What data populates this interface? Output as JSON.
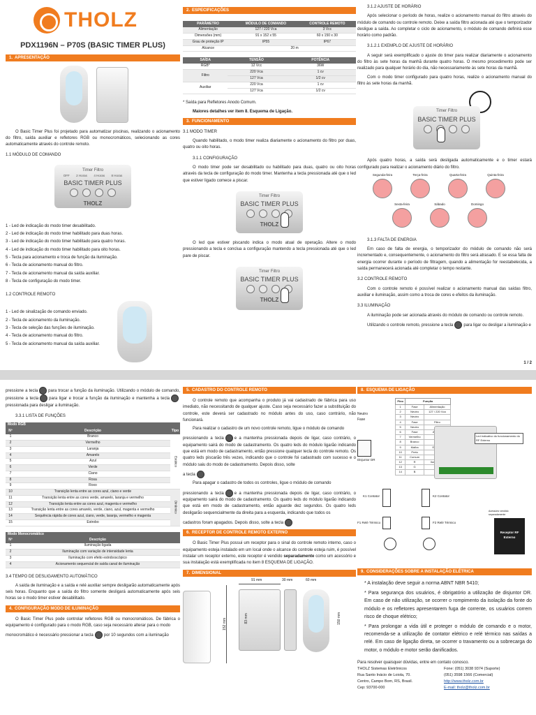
{
  "brand": "THOLZ",
  "model": "PDX1196N – P70S (BASIC TIMER PLUS)",
  "page_number": "1 / 2",
  "s1": {
    "num": "1.",
    "title": "APRESENTAÇÃO",
    "intro": "O Basic Timer Plus foi projetado para automatizar piscinas, realizando o acionamento do filtro, saída auxiliar e refletores RGB ou monocromáticos, selecionando as cores automaticamente através do controle remoto.",
    "sub1": "1.1 MÓDULO DE COMANDO",
    "panel_title": "Timer Filtro",
    "panel_leds": [
      "OFF",
      "2 Horas",
      "4 Horas",
      "8 Horas"
    ],
    "panel_name": "BASIC TIMER PLUS",
    "panel_brand": "THOLZ",
    "module_items": [
      "1 - Led de indicação do modo timer desabilitado.",
      "2 - Led de indicação do modo timer habilitado para duas horas.",
      "3 - Led de indicação do modo timer habilitado para quatro horas.",
      "4 - Led de indicação do modo timer habilitado para oito horas.",
      "5 - Tecla para acionamento e troca de função da iluminação.",
      "6 - Tecla de acionamento manual do filtro.",
      "7 - Tecla de acionamento manual da saída auxiliar.",
      "8 - Tecla de configuração do modo timer."
    ],
    "sub2": "1.2 CONTROLE REMOTO",
    "remote_items": [
      "1 - Led de sinalização de comando enviado.",
      "2 - Tecla de acionamento da iluminação.",
      "3 - Tecla de seleção das funções de iluminação.",
      "4 - Tecla de acionamento manual do filtro.",
      "5 - Tecla de acionamento manual da saída auxiliar."
    ]
  },
  "s2": {
    "num": "2.",
    "title": "ESPECIFICAÇÕES",
    "t1_head": [
      "PARÂMETRO",
      "MÓDULO DE COMANDO",
      "CONTROLE REMOTO"
    ],
    "t1_rows": [
      [
        "Alimentação",
        "127 / 220 Vca",
        "3 Vcc"
      ],
      [
        "Dimensões (mm)",
        "91 x 152 x 55",
        "60 x 150 x 30"
      ],
      [
        "Grau de proteção IP",
        "IP55",
        "IP67"
      ],
      [
        "Alcance",
        "20 m",
        ""
      ]
    ],
    "t2_head": [
      "SAÍDA",
      "TENSÃO",
      "POTÊNCIA"
    ],
    "t2_rows": [
      [
        "RGB*",
        "12 Vcc",
        "36W"
      ],
      [
        "Filtro",
        "220 Vca",
        "1 cv"
      ],
      [
        "",
        "127 Vca",
        "1/2 cv"
      ],
      [
        "Auxiliar",
        "220 Vca",
        "1 cv"
      ],
      [
        "",
        "127 Vca",
        "1/2 cv"
      ]
    ],
    "note1": "* Saída para Refletores Anodo Comum.",
    "note2": "Maiores detalhes ver item 8. Esquema de Ligação."
  },
  "s3": {
    "num": "3.",
    "title": "FUNCIONAMENTO",
    "sub1": "3.1 MODO TIMER",
    "p1": "Quando habilitado, o modo timer realiza diariamente o acionamento do filtro por duas, quatro ou oito horas.",
    "sub2": "3.1.1 CONFIGURAÇÃO",
    "p2": "O modo timer pode ser desabilitado ou habilitado para duas, quatro ou oito horas através da tecla de configuração do modo timer. Mantenha a tecla pressionada até que o led que estiver ligado comece a piscar.",
    "p3": "O led que estiver piscando indica o modo atual de operação. Altere o modo pressionando a tecla e conclua a configuração mantendo a tecla pressionada até que o led pare de piscar.",
    "sub3": "3.1.2 AJUSTE DE HORÁRIO",
    "p4": "Após selecionar o período de horas, realize o acionamento manual do filtro através do módulo de comando ou controle remoto. Deixe a saída filtro acionada até que o temporizador desligue a saída. Ao completar o ciclo de acionamento, o módulo de comando definirá esse horário como padrão.",
    "sub4": "3.1.2.1 EXEMPLO DE AJUSTE DE HORÁRIO",
    "p5": "A seguir será exemplificado o ajuste do timer para realizar diariamente o acionamento do filtro às sete horas da manhã durante quatro horas. O mesmo procedimento pode ser realizado para qualquer horário do dia, não necessariamente às sete horas da manhã.",
    "p6": "Com o modo timer configurado para quatro horas, realize o acionamento manual do filtro às sete horas da manhã.",
    "p7": "Após quatro horas, a saída será desligada automaticamente e o timer estará configurado para realizar o acionamento diário do filtro.",
    "days": [
      "Segunda-feira",
      "Terça-feira",
      "Quarta-feira",
      "Quinta-feira",
      "Sexta-feira",
      "Sábado",
      "Domingo"
    ],
    "sub5": "3.1.3 FALTA DE ENERGIA",
    "p8": "Em caso de falta de energia, o temporizador do módulo de comando não será incrementado e, consequentemente, o acionamento do filtro será atrasado. E se essa falta de energia ocorrer durante o período de filtragem, quando a alimentação for reestabelecida, a saída permanecerá acionada até completar o tempo restante.",
    "sub6": "3.2 CONTROLE REMOTO",
    "p9": "Com o controle remoto é possível realizar o acionamento manual das saídas filtro, auxiliar e iluminação, assim como a troca de cores e efeitos da iluminação.",
    "sub7": "3.3 ILUMINAÇÃO",
    "p10": "A iluminação pode ser acionada através do módulo de comando ou controle remoto.",
    "p11a": "Utilizando o controle remoto, pressione a tecla",
    "p11b": "para ligar ou desligar a iluminação e"
  },
  "s3b": {
    "p12a": "pressione a tecla",
    "p12b": "para trocar a função da iluminação. Utilizando o módulo de comando, pressione a tecla",
    "p12c": "para ligar e trocar a função da iluminação e mantenha a tecla",
    "p12d": "pressionada para desligar a iluminação.",
    "sub1": "3.3.1 LISTA DE FUNÇÕES",
    "rgb_title": "Modo RGB",
    "rgb_head": [
      "Nº",
      "Descrição",
      "Tipo"
    ],
    "rgb_rows": [
      [
        "1",
        "Branco"
      ],
      [
        "2",
        "Vermelho"
      ],
      [
        "3",
        "Laranja"
      ],
      [
        "4",
        "Amarelo"
      ],
      [
        "5",
        "Azul"
      ],
      [
        "6",
        "Verde"
      ],
      [
        "7",
        "Ciano"
      ],
      [
        "8",
        "Rosa"
      ],
      [
        "9",
        "Roxo"
      ],
      [
        "10",
        "Transição lenta entre as cores azul, ciano e verde"
      ],
      [
        "11",
        "Transição lenta entre as cores verde, amarelo, laranja e vermelho"
      ],
      [
        "12",
        "Transição lenta entre as cores azul, magenta e vermelho"
      ],
      [
        "13",
        "Transição lenta entre as cores amarelo, verde, ciano, azul, magenta e vermelho"
      ],
      [
        "14",
        "Sequência rápida de cores azul, ciano, verde, laranja, vermelho e magenta"
      ],
      [
        "15",
        "Estrobo"
      ]
    ],
    "rgb_type1": "Estático",
    "rgb_type2": "Dinâmico",
    "mono_title": "Modo Monocromático",
    "mono_head": [
      "Nº",
      "Descrição"
    ],
    "mono_rows": [
      [
        "1",
        "Iluminação ligada"
      ],
      [
        "2",
        "Iluminação com variação de intensidade lenta"
      ],
      [
        "3",
        "Iluminação com efeito estroboscópico"
      ],
      [
        "4",
        "Acionamento sequencial de saída canal de iluminação"
      ]
    ],
    "sub2": "3.4 TEMPO DE DESLIGAMENTO AUTOMÁTICO",
    "p13": "A saída de iluminação e a saída e relé auxiliar sempre desligarão automaticamente após seis horas. Enquanto que a saída do filtro somente desligará automaticamente após seis horas se o modo timer estiver desabilitado."
  },
  "s4": {
    "num": "4.",
    "title": "CONFIGURAÇÃO MODO DE ILUMINAÇÃO",
    "p1": "O Basic Timer Plus pode controlar refletores RGB ou monocromáticos. De fábrica o equipamento é configurado para o modo RGB, caso seja necessário alterar para o modo",
    "p2a": "monocromático é necessário pressionar a tecla",
    "p2b": "por 10 segundos com a iluminação"
  },
  "s5": {
    "num": "5.",
    "title": "CADASTRO DO CONTROLE REMOTO",
    "p1": "O controle remoto que acompanha o produto já vai cadastrado de fábrica para uso imediato, não necessitando de qualquer ajuste. Caso seja necessário fazer a substituição do controle, este deverá ser cadastrado no módulo antes do uso, caso contrário, não funcionará.",
    "p2": "Para realizar o cadastro de um novo controle remoto, ligue o módulo de comando",
    "p3a": "pressionando a tecla",
    "p3b": "e a mantenha pressionada depois de ligar, caso contrário, o equipamento sairá do modo de cadastramento. Os quatro leds do módulo ligarão indicando que está em modo de cadastramento, então pressione qualquer tecla do controle remoto. Os quatro leds piscarão três vezes, indicando que o controle foi cadastrado com sucesso e o módulo saiu do modo de cadastramento. Depois disso, solte",
    "p3c": "a tecla",
    "p4": "Para apagar o cadastro de todos os controles, ligue o módulo de comando",
    "p5a": "pressionando a tecla",
    "p5b": "e a mantenha pressionada depois de ligar, caso contrário, o equipamento sairá do modo de cadastramento. Os quatro leds do módulo ligarão indicando que está em modo de cadastramento, então aguarde dez segundos. Os quatro leds desligarão sequencialmente da direita para a esquerda, indicando que todos os",
    "p5c": "cadastros foram apagados. Depois disso, solte a tecla"
  },
  "s6": {
    "num": "6.",
    "title": "RECEPTOR DE CONTROLE REMOTO EXTERNO",
    "p1a": "O Basic Timer Plus possui um receptor para o sinal do controle remoto interno, caso o equipamento esteja instalado em um local onde o alcance do controle esteja ruim, é possível instalar um receptor externo, este receptor é vendido",
    "p1b": "separadamente",
    "p1c": "como um acessório e sua instalação está exemplificada no item 8 ESQUEMA DE LIGAÇÃO."
  },
  "s7": {
    "num": "7.",
    "title": "DIMENSIONAL",
    "d1": "91 mm",
    "d2": "30 mm",
    "d3": "60 mm",
    "d4": "152 mm",
    "d5": "83 mm",
    "d6": "150 mm"
  },
  "s8": {
    "num": "8.",
    "title": "ESQUEMA DE LIGAÇÃO",
    "pin_head": [
      "Pino",
      "Função"
    ],
    "pins": [
      [
        "1",
        "Fase",
        "Alimentação"
      ],
      [
        "2",
        "Neutro",
        "127 / 220 Vca"
      ],
      [
        "3",
        "Neutro",
        ""
      ],
      [
        "4",
        "Fase",
        "Filtro"
      ],
      [
        "5",
        "Neutro",
        ""
      ],
      [
        "6",
        "Fase",
        "Auxiliar"
      ],
      [
        "7",
        "Vermelho",
        ""
      ],
      [
        "8",
        "Branco",
        "RF"
      ],
      [
        "9",
        "Malha",
        "Externo"
      ],
      [
        "10",
        "Preto",
        ""
      ],
      [
        "11",
        "Comum",
        ""
      ],
      [
        "12",
        "R",
        "Iluminação"
      ],
      [
        "13",
        "G",
        ""
      ],
      [
        "14",
        "B",
        ""
      ]
    ],
    "neutro": "Neutro",
    "fase": "Fase",
    "disj": "Disjuntor DR",
    "k1": "K1 Contator",
    "k2": "K2 Contator",
    "f1": "F1 Relé Térmico",
    "f2": "F2 Relé Térmico",
    "led": "Led indicativo do funcionamento do RF Externo",
    "rx": "Receptor RF Externo",
    "acc": "Acessório vendido separadamente"
  },
  "s9": {
    "num": "9.",
    "title": "CONSIDERAÇÕES SOBRE A INSTALAÇÃO ELÉTRICA",
    "bullets": [
      "* A instalação deve seguir a norma ABNT NBR 5410;",
      "* Para segurança dos usuários, é obrigatório a utilização de disjuntor DR. Em caso de não utilização, se ocorrer o rompimento da isolação da fonte do módulo e os refletores apresentarem fuga de corrente, os usuários correm risco de choque elétrico;",
      "* Para prolongar a vida útil e proteger o módulo de comando e o motor, recomenda-se a utilização de contator elétrico e relé térmico nas saídas a relé. Em caso de ligação direta, se ocorrer o travamento ou a sobrecarga do motor, o módulo e motor serão danificados."
    ],
    "contact_intro": "Para resolver quaisquer dúvidas, entre em contato conosco.",
    "contact": [
      [
        "THOLZ Sistemas Eletrônicos",
        "Fone: (051) 3038 9374 (Suporte)"
      ],
      [
        "Rua Santo Inácio de Loiola, 70.",
        "(051) 3598 1566 (Comercial)"
      ],
      [
        "Centro, Campo Bom, RS, Brasil.",
        "http://www.tholz.com.br"
      ],
      [
        "Cep: 93700-000",
        "E-mail: tholz@tholz.com.br"
      ]
    ]
  },
  "colors": {
    "accent": "#f07c1f",
    "table_head": "#6a6a6a"
  }
}
